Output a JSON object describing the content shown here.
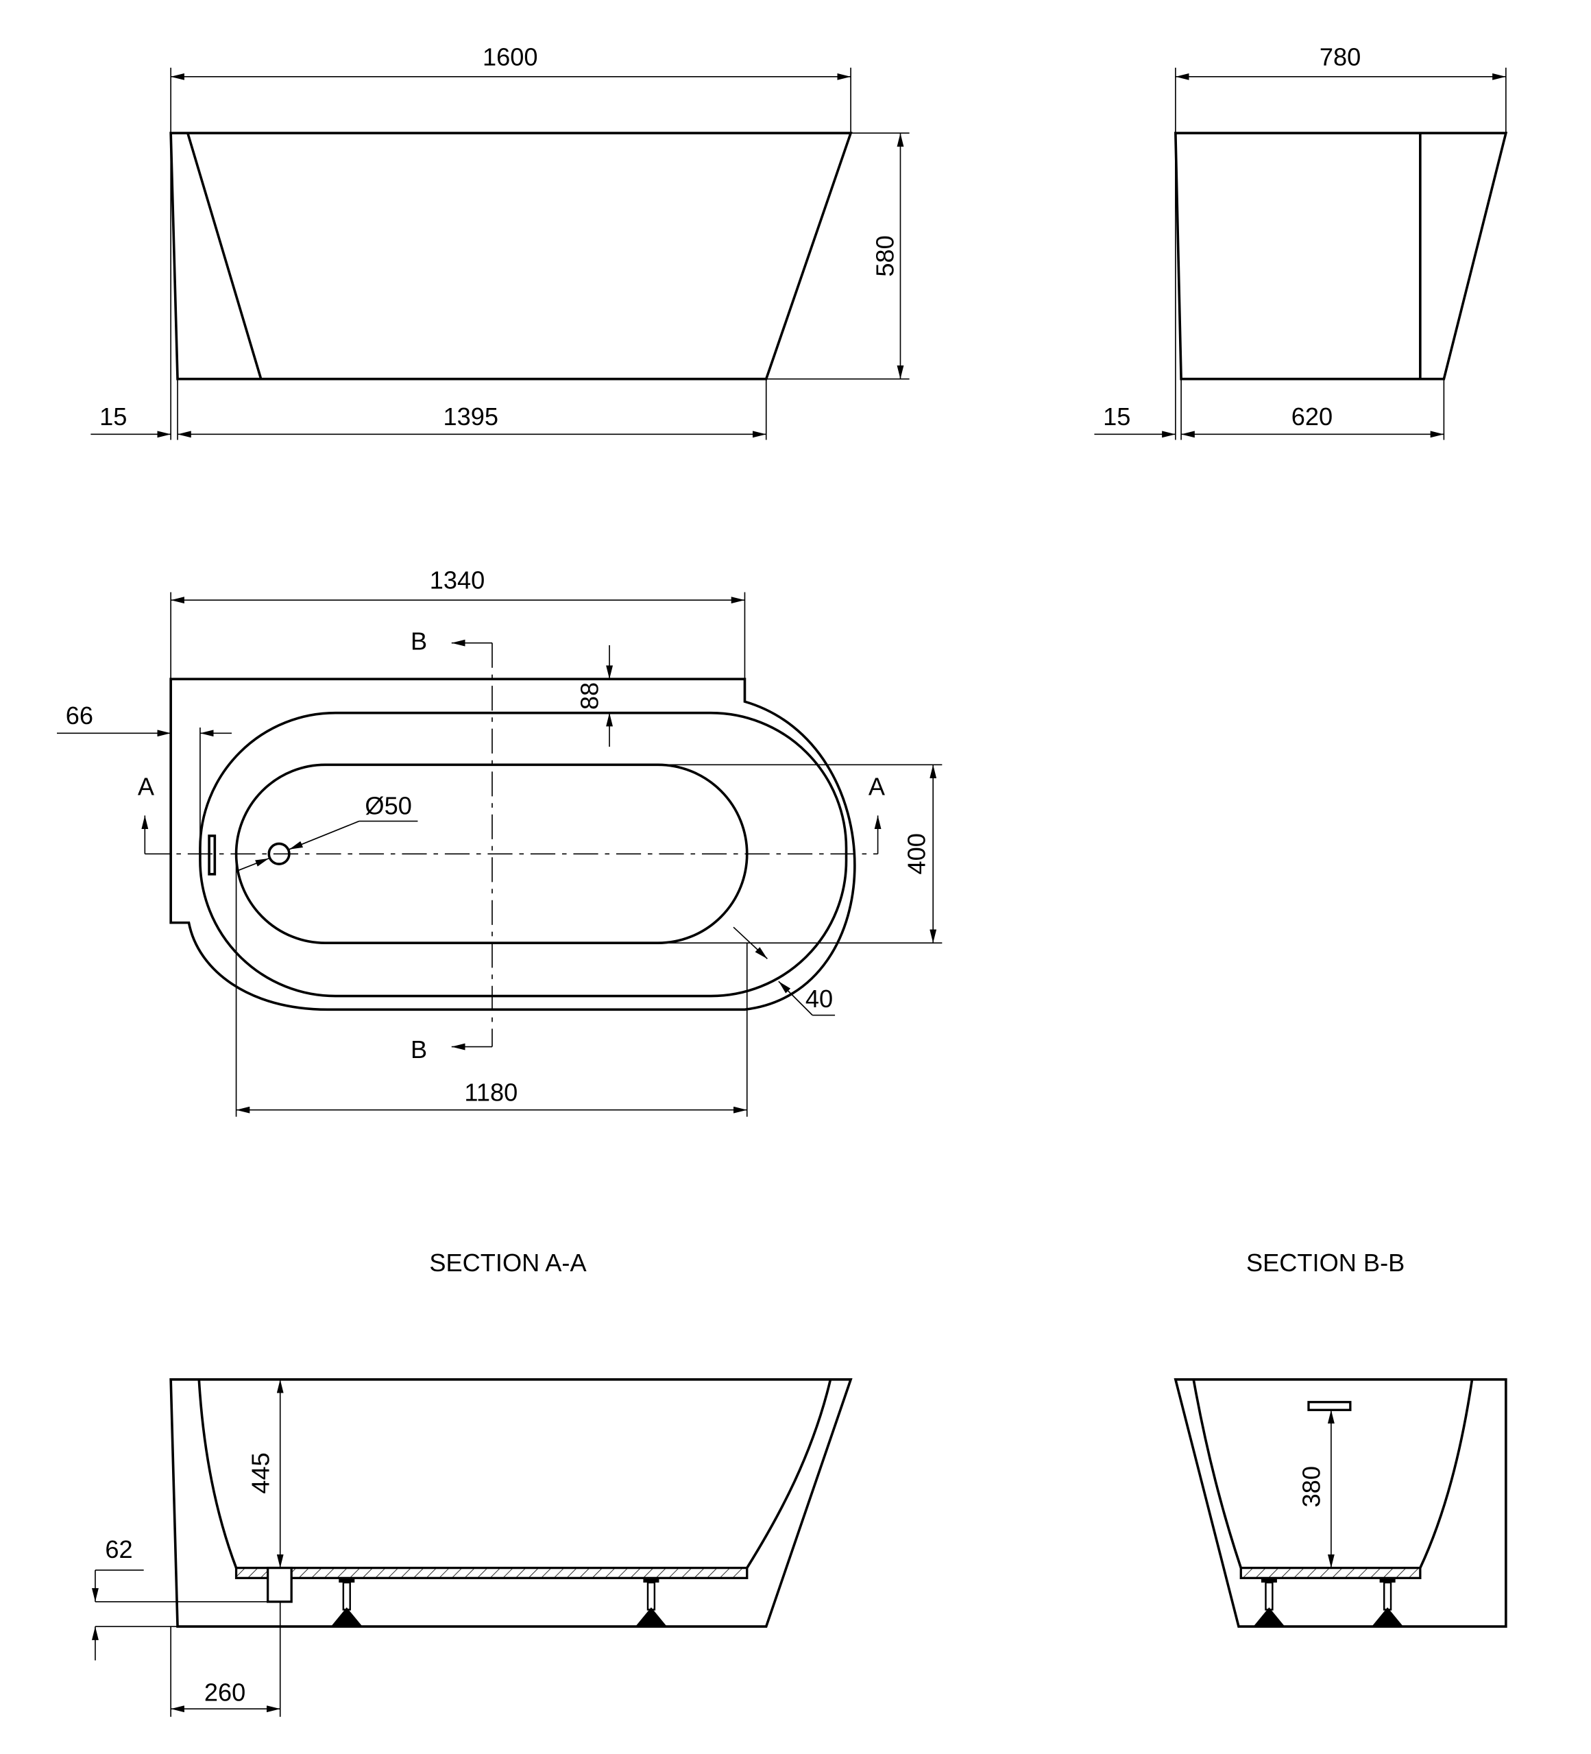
{
  "front_view": {
    "overall_length": "1600",
    "height": "580",
    "base_length": "1395",
    "base_offset": "15"
  },
  "side_view": {
    "overall_width": "780",
    "base_width": "620",
    "base_offset": "15"
  },
  "plan_view": {
    "inner_length": "1340",
    "rim_offset": "88",
    "left_offset": "66",
    "drain_diameter": "Ø50",
    "basin_width": "400",
    "rim_width": "40",
    "basin_length": "1180",
    "section_a": "A",
    "section_b": "B"
  },
  "section_aa": {
    "title": "SECTION A-A",
    "depth": "445",
    "drain_height": "62",
    "drain_position": "260"
  },
  "section_bb": {
    "title": "SECTION B-B",
    "overflow_height": "380"
  }
}
